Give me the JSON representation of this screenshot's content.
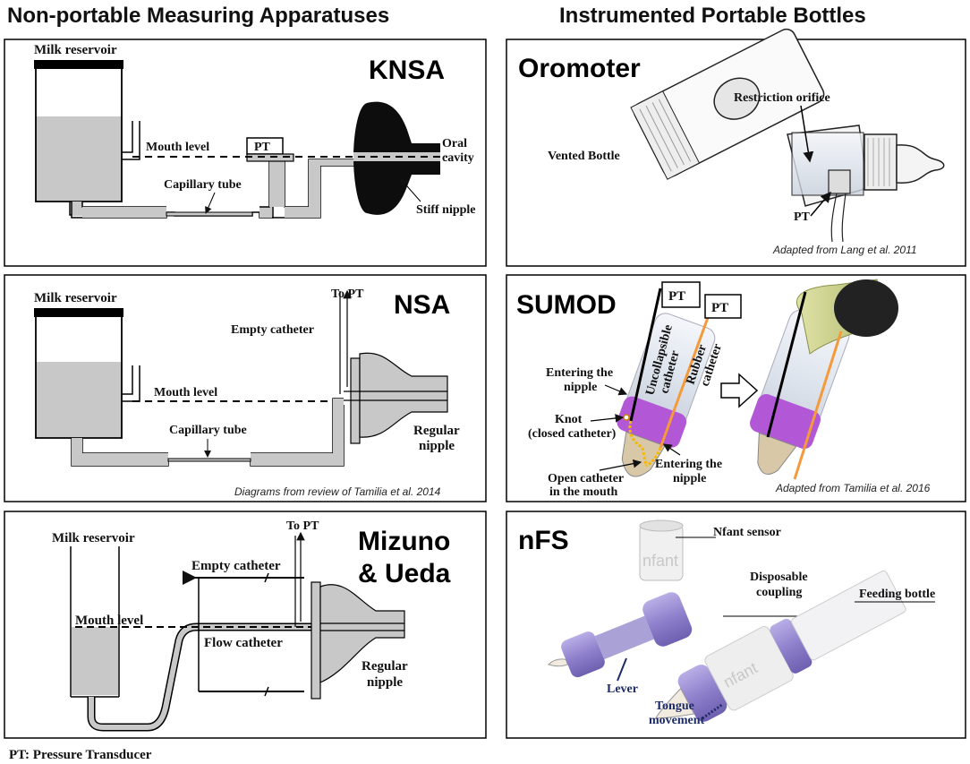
{
  "headers": {
    "left": "Non-portable Measuring Apparatuses",
    "right": "Instrumented Portable Bottles"
  },
  "knsa": {
    "title": "KNSA",
    "milk_reservoir": "Milk reservoir",
    "mouth_level": "Mouth level",
    "pt": "PT",
    "capillary_tube": "Capillary tube",
    "oral_line1": "Oral",
    "oral_line2": "cavity",
    "stiff_nipple": "Stiff nipple"
  },
  "nsa": {
    "title": "NSA",
    "milk_reservoir": "Milk reservoir",
    "to_pt": "To PT",
    "empty_catheter": "Empty catheter",
    "mouth_level": "Mouth level",
    "capillary_tube": "Capillary tube",
    "regular_line1": "Regular",
    "regular_line2": "nipple",
    "caption": "Diagrams from review of Tamilia et al. 2014"
  },
  "mizuno": {
    "title_line1": "Mizuno",
    "title_line2": "& Ueda",
    "milk_reservoir": "Milk reservoir",
    "to_pt": "To PT",
    "empty_catheter": "Empty catheter",
    "mouth_level": "Mouth level",
    "flow_catheter": "Flow catheter",
    "regular_line1": "Regular",
    "regular_line2": "nipple"
  },
  "oromoter": {
    "title": "Oromoter",
    "restriction_orifice": "Restriction orifice",
    "vented_bottle": "Vented Bottle",
    "pt": "PT",
    "caption": "Adapted from Lang et al. 2011"
  },
  "sumod": {
    "title": "SUMOD",
    "pt1": "PT",
    "pt2": "PT",
    "uncollapsible_line1": "Uncollapsible",
    "uncollapsible_line2": "catheter",
    "rubber_line1": "Rubber",
    "rubber_line2": "catheter",
    "entering1_line1": "Entering the",
    "entering1_line2": "nipple",
    "knot_line1": "Knot",
    "knot_line2": "(closed catheter)",
    "open_line1": "Open catheter",
    "open_line2": "in the mouth",
    "entering2_line1": "Entering the",
    "entering2_line2": "nipple",
    "caption": "Adapted from Tamilia et al. 2016"
  },
  "nfs": {
    "title": "nFS",
    "nfant_sensor": "Nfant sensor",
    "disposable_line1": "Disposable",
    "disposable_line2": "coupling",
    "feeding_bottle": "Feeding bottle",
    "lever": "Lever",
    "tongue_line1": "Tongue",
    "tongue_line2": "movement",
    "logo_text": "nfant"
  },
  "footer": "PT: Pressure Transducer",
  "colors": {
    "milk": "#c8c8c8",
    "nipple_black": "#0d0d0d",
    "purple": "#b258d6",
    "orange": "#f59a3b",
    "lavender": "#9a8ccf",
    "sensor_navy": "#1d2b66",
    "olive": "#c9cf8a"
  }
}
